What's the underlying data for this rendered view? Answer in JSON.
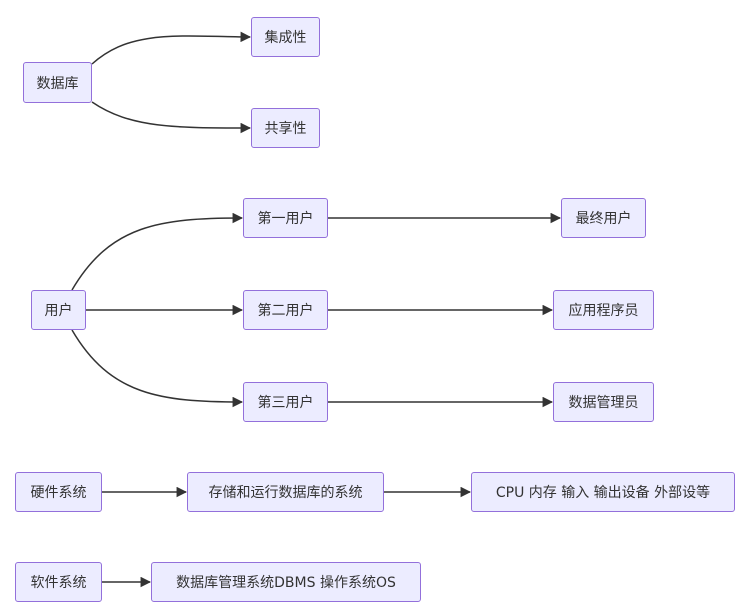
{
  "colors": {
    "node_fill": "#ECECFF",
    "node_border": "#9370DB",
    "edge": "#333333",
    "text": "#333333"
  },
  "nodes": {
    "db": "数据库",
    "integrity": "集成性",
    "sharing": "共享性",
    "user": "用户",
    "user1": "第一用户",
    "user2": "第二用户",
    "user3": "第三用户",
    "enduser": "最终用户",
    "programmer": "应用程序员",
    "dba": "数据管理员",
    "hw": "硬件系统",
    "storage": "存储和运行数据库的系统",
    "hwparts": "CPU 内存 输入 输出设备 外部设等",
    "sw": "软件系统",
    "swparts": "数据库管理系统DBMS 操作系统OS"
  },
  "edges": [
    {
      "from": "db",
      "to": "integrity"
    },
    {
      "from": "db",
      "to": "sharing"
    },
    {
      "from": "user",
      "to": "user1"
    },
    {
      "from": "user",
      "to": "user2"
    },
    {
      "from": "user",
      "to": "user3"
    },
    {
      "from": "user1",
      "to": "enduser"
    },
    {
      "from": "user2",
      "to": "programmer"
    },
    {
      "from": "user3",
      "to": "dba"
    },
    {
      "from": "hw",
      "to": "storage"
    },
    {
      "from": "storage",
      "to": "hwparts"
    },
    {
      "from": "sw",
      "to": "swparts"
    }
  ]
}
